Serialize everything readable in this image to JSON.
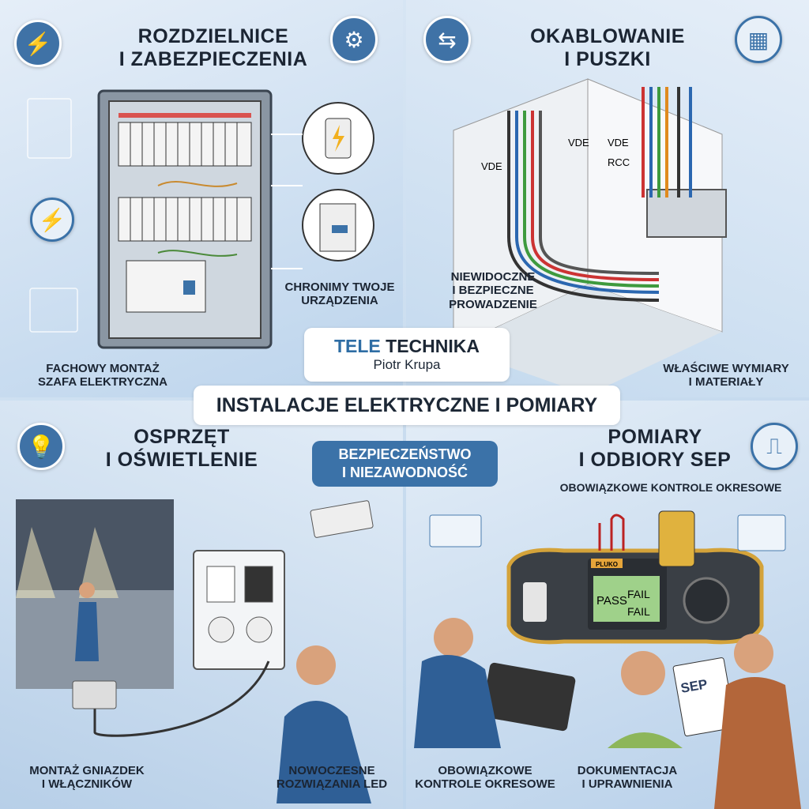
{
  "brand": {
    "name_accent": "TELE",
    "name_main": "TECHNIKA",
    "owner": "Piotr Krupa",
    "accent_color": "#2e6da4"
  },
  "banner": {
    "title": "INSTALACJE ELEKTRYCZNE I POMIARY"
  },
  "badge": {
    "line1": "BEZPIECZEŃSTWO",
    "line2": "I NIEZAWODNOŚĆ"
  },
  "sections": {
    "switchboards": {
      "title1": "ROZDZIELNICE",
      "title2": "I ZABEZPIECZENIA",
      "callout1": "CHRONIMY TWOJE",
      "callout2": "URZĄDZENIA",
      "caption1": "FACHOWY MONTAŻ",
      "caption2": "SZAFA ELEKTRYCZNA",
      "icons": [
        "lightning-icon",
        "gear-icon"
      ]
    },
    "cabling": {
      "title1": "OKABLOWANIE",
      "title2": "I PUSZKI",
      "labels": [
        "VDE",
        "VDE",
        "VDE",
        "RCC"
      ],
      "callout1": "NIEWIDOCZNE",
      "callout2": "I BEZPIECZNE",
      "callout3": "PROWADZENIE",
      "caption1": "WŁAŚCIWE WYMIARY",
      "caption2": "I MATERIAŁY",
      "icons": [
        "arrows-exchange-icon",
        "building-icon"
      ]
    },
    "fittings": {
      "title1": "OSPRZĘT",
      "title2": "I OŚWIETLENIE",
      "caption1": "MONTAŻ GNIAZDEK",
      "caption2": "I WŁĄCZNIKÓW",
      "caption3": "NOWOCZESNE",
      "caption4": "ROZWIĄZANIA LED",
      "icons": [
        "lightbulb-icon"
      ]
    },
    "measurements": {
      "title1": "POMIARY",
      "title2": "I ODBIORY SEP",
      "subtitle": "OBOWIĄZKOWE KONTROLE OKRESOWE",
      "meter_brand": "PLUKO",
      "screen": {
        "pass": "PASS",
        "fail1": "FAIL",
        "fail2": "FAIL"
      },
      "clipboard": "SEP",
      "caption1": "OBOWIĄZKOWE",
      "caption2": "KONTROLE OKRESOWE",
      "caption3": "DOKUMENTACJA",
      "caption4": "I UPRAWNIENIA",
      "icons": [
        "multimeter-icon"
      ]
    }
  }
}
